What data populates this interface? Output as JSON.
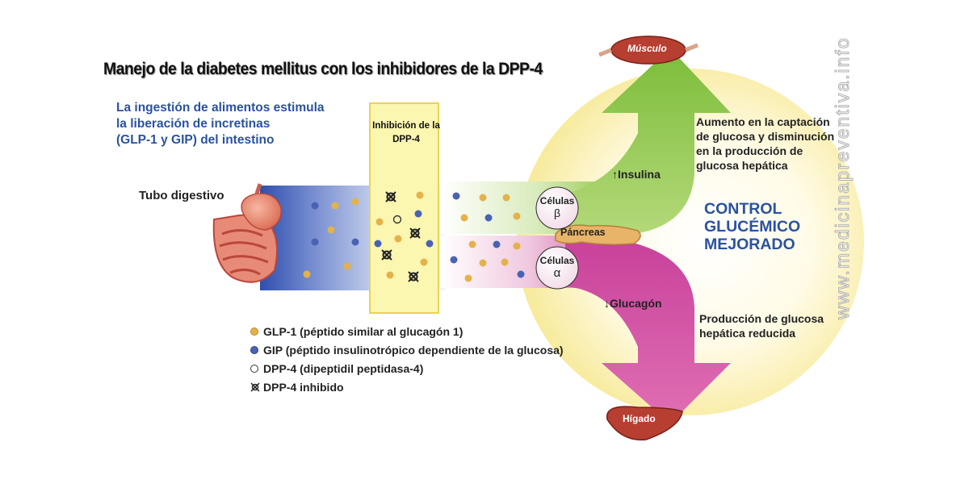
{
  "title": "Manejo de la diabetes mellitus con los inhibidores de la DPP-4",
  "intro": [
    "La ingestión de alimentos estimula",
    "la liberación de incretinas",
    "(GLP-1 y GIP) del intestino"
  ],
  "tubo_digestivo": "Tubo digestivo",
  "inhibition_box": [
    "Inhibición de la",
    "DPP-4"
  ],
  "cells_beta": [
    "Células",
    "β"
  ],
  "cells_alpha": [
    "Células",
    "α"
  ],
  "pancreas": "Páncreas",
  "insulina": "↑Insulina",
  "glucagon": "↓Glucagón",
  "musculo": "Músculo",
  "higado": "Hígado",
  "outcome_muscle": [
    "Aumento en la captación",
    "de glucosa y disminución",
    "en la producción de",
    "glucosa hepática"
  ],
  "control": [
    "CONTROL",
    "GLUCÉMICO",
    "MEJORADO"
  ],
  "outcome_liver": [
    "Producción de glucosa",
    "hepática reducida"
  ],
  "website": "www.medicinapreventiva.info",
  "legend": [
    {
      "symbol": "glp1-dot",
      "label": "GLP-1 (péptido similar al glucagón 1)"
    },
    {
      "symbol": "gip-dot",
      "label": "GIP (péptido insulinotrópico dependiente de la glucosa)"
    },
    {
      "symbol": "dpp4-dot",
      "label": "DPP-4 (dipeptidil peptidasa-4)"
    },
    {
      "symbol": "dpp4-inhibited-icon",
      "label": "DPP-4 inhibido"
    }
  ],
  "colors": {
    "glp1": "#e4b24a",
    "gip": "#4a62b4",
    "text_blue": "#2a52a0",
    "insulin_arrow": "#8cc444",
    "glucagon_arrow": "#c4368c",
    "yellow_halo": "#fbf2b0"
  }
}
